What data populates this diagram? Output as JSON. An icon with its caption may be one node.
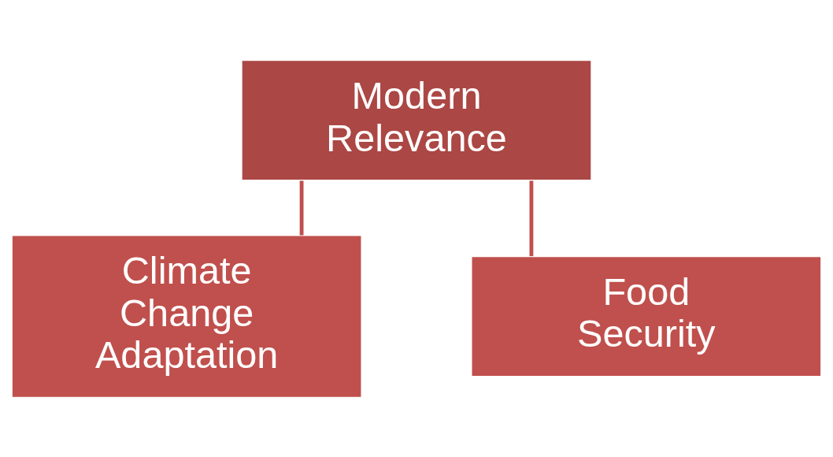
{
  "diagram": {
    "nodes": [
      {
        "text": [
          "Modern Relevance"
        ]
      },
      {
        "text": [
          "Climate Change Adaptation"
        ]
      },
      {
        "text": [
          "Food Security"
        ]
      }
    ],
    "edges": [
      {
        "from": 0,
        "to": 1,
        "arrow": "none"
      },
      {
        "from": 0,
        "to": 2,
        "arrow": "none"
      }
    ]
  }
}
